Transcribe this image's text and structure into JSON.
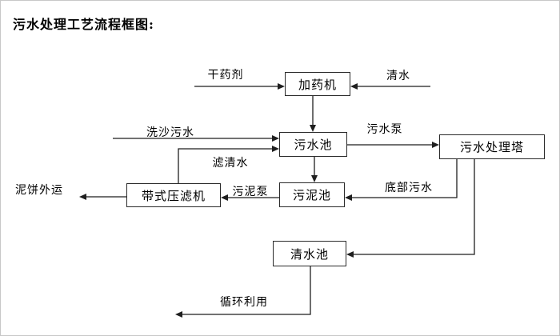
{
  "title": "污水处理工艺流程框图:",
  "diagram": {
    "nodes": [
      {
        "id": "dosing-machine",
        "label": "加药机"
      },
      {
        "id": "sewage-pool",
        "label": "污水池"
      },
      {
        "id": "sewage-treatment-tower",
        "label": "污水处理塔"
      },
      {
        "id": "sludge-pool",
        "label": "污泥池"
      },
      {
        "id": "belt-filter-press",
        "label": "带式压滤机"
      },
      {
        "id": "clean-water-pool",
        "label": "清水池"
      }
    ],
    "edge_labels": [
      {
        "id": "dry-agent",
        "label": "干药剂"
      },
      {
        "id": "clean-water",
        "label": "清水"
      },
      {
        "id": "sand-washing-sewage",
        "label": "洗沙污水"
      },
      {
        "id": "sewage-pump",
        "label": "污水泵"
      },
      {
        "id": "filtered-water",
        "label": "滤清水"
      },
      {
        "id": "sludge-pump",
        "label": "污泥泵"
      },
      {
        "id": "bottom-sewage",
        "label": "底部污水"
      },
      {
        "id": "mud-cake-out",
        "label": "泥饼外运"
      },
      {
        "id": "recycle-use",
        "label": "循环利用"
      }
    ],
    "colors": {
      "line": "#1f1f1f",
      "node_border": "#2a2a2a",
      "text": "#000000",
      "background": "#ffffff"
    }
  }
}
